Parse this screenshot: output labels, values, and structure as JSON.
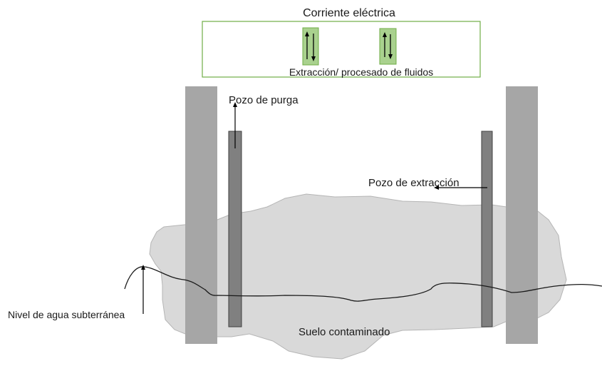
{
  "labels": {
    "power": "Corriente eléctrica",
    "fluid_processing": "Extracción/ procesado de fluidos",
    "purge_well": "Pozo de purga",
    "extraction_well": "Pozo de extracción",
    "water_table": "Nivel de agua subterránea",
    "contaminated_soil": "Suelo contaminado"
  },
  "colors": {
    "electrode": "#a6a6a6",
    "well": "#7f7f7f",
    "soil": "#d9d9d9",
    "control_box_border": "#70ad47",
    "control_icon": "#a9d18e"
  }
}
